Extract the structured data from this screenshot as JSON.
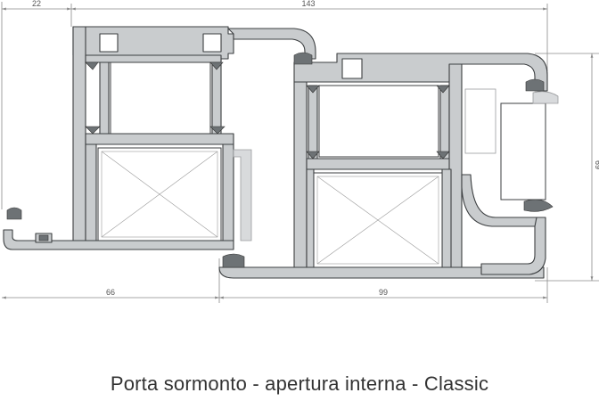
{
  "dimensions": {
    "top_left": "22",
    "top_total": "143",
    "bottom_left": "66",
    "bottom_right": "99",
    "right_height": "69"
  },
  "caption": "Porta sormonto - apertura interna - Classic",
  "colors": {
    "profile_fill": "#c9ccce",
    "profile_stroke": "#3c3f41",
    "gasket": "#6d7275",
    "glass_fill": "#ffffff",
    "dim_line": "#8a8a8a"
  }
}
